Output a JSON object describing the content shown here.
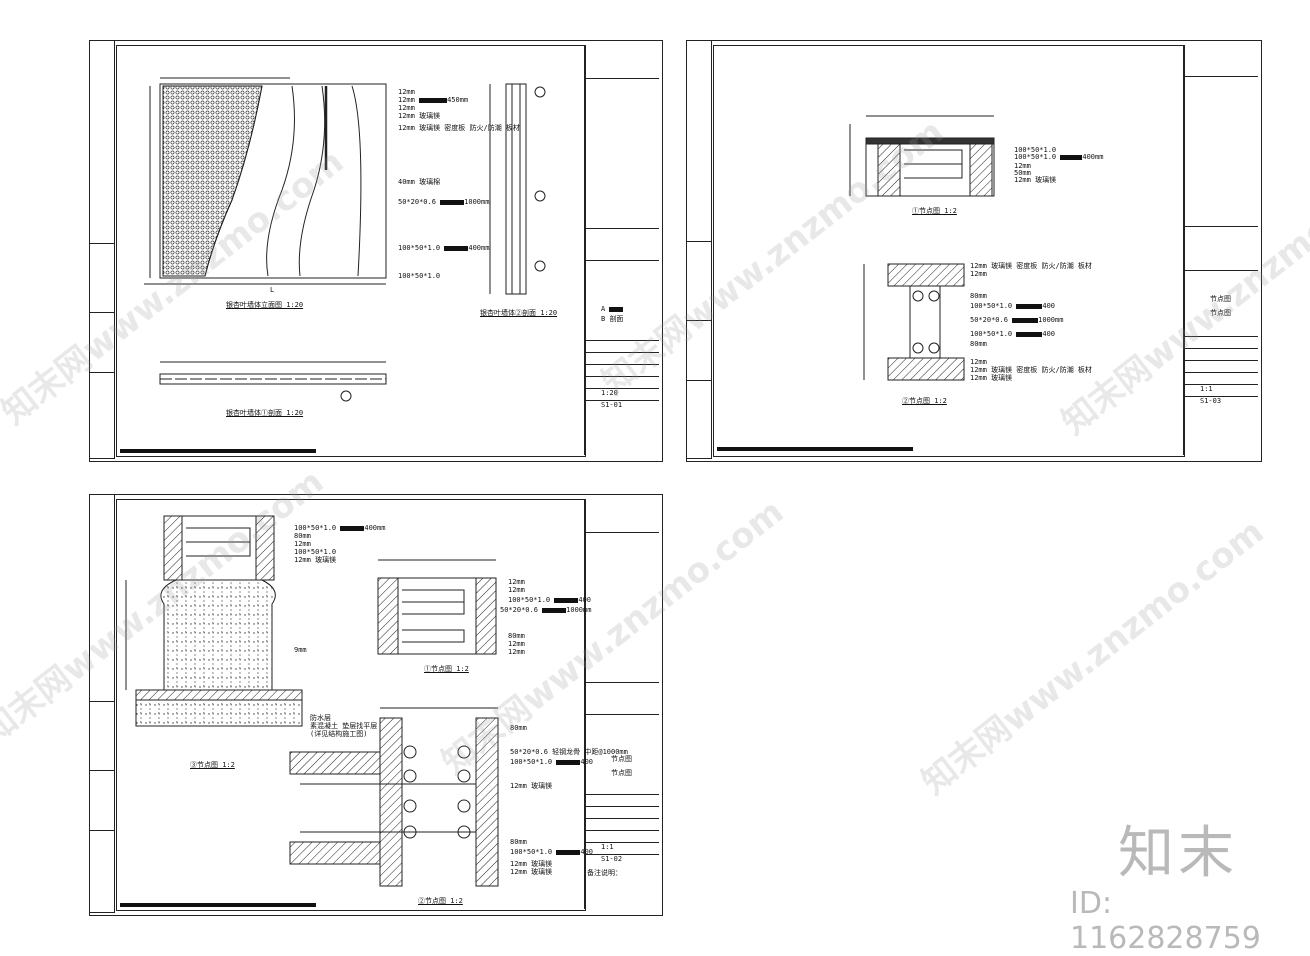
{
  "sheets": [
    {
      "sheet_no": "S1-01",
      "scale": "1:20",
      "captions": [
        "银杏叶墙体立面图 1:20",
        "银杏叶墙体①剖面 1:20",
        "银杏叶墙体②剖面 1:20"
      ],
      "legend": [
        "A",
        "B"
      ],
      "legend_label_b": "剖面",
      "callouts": [
        "12mm",
        "12mm",
        "450mm",
        "12mm",
        "12mm 玻璃镁",
        "12mm 玻璃镁 密度板 防火/防潮 板材",
        "40mm 玻璃棉",
        "50*20*0.6",
        "1000mm",
        "100*50*1.0",
        "400mm",
        "100*50*1.0",
        "L"
      ]
    },
    {
      "sheet_no": "S1-03",
      "scale": "1:1",
      "captions": [
        "①节点图 1:2",
        "②节点图 1:2"
      ],
      "callouts": [
        "100*50*1.0",
        "100*50*1.0",
        "400mm",
        "12mm",
        "50mm",
        "12mm 玻璃镁",
        "12mm 玻璃镁 密度板 防火/防潮 板材",
        "12mm",
        "80mm",
        "100*50*1.0",
        "400",
        "50*20*0.6",
        "1000mm",
        "100*50*1.0",
        "400",
        "80mm",
        "12mm",
        "12mm 玻璃镁 密度板 防火/防潮 板材",
        "12mm 玻璃镁"
      ],
      "legend_labels": [
        "节点图",
        "节点图"
      ]
    },
    {
      "sheet_no": "S1-02",
      "scale": "1:1",
      "captions": [
        "③节点图 1:2",
        "①节点图 1:2",
        "②节点图 1:2"
      ],
      "callouts_a": [
        "100*50*1.0",
        "400mm",
        "80mm",
        "12mm",
        "100*50*1.0",
        "12mm 玻璃镁",
        "9mm"
      ],
      "callouts_b": [
        "12mm",
        "12mm",
        "100*50*1.0",
        "400",
        "50*20*0.6",
        "1000mm",
        "80mm",
        "12mm",
        "12mm"
      ],
      "callouts_c": [
        "80mm",
        "50*20*0.6 轻钢龙骨 中距@1000mm",
        "100*50*1.0",
        "400",
        "12mm 玻璃镁",
        "80mm",
        "100*50*1.0",
        "400",
        "12mm 玻璃镁",
        "12mm 玻璃镁"
      ],
      "ground_notes": [
        "防水层",
        "素混凝土 垫层找平层",
        "(详见结构施工图)"
      ],
      "legend_labels": [
        "节点图",
        "节点图"
      ],
      "notes_label": "备注说明："
    }
  ],
  "brand": {
    "logo": "知末",
    "id_text": "ID: 1162828759",
    "watermark": "知末网www.znzmo.com"
  }
}
